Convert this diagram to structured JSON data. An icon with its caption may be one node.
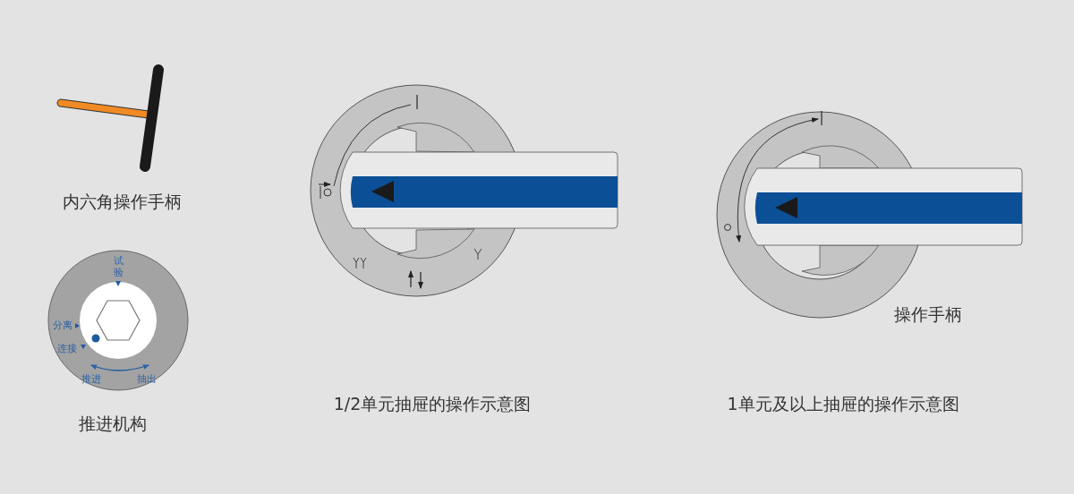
{
  "diagram": {
    "labels": [
      "内六角操作手柄",
      "试验",
      "分离",
      "连接",
      "推进",
      "抽出",
      "推进机构",
      "操作手柄",
      "1/2单元抽屉的操作示意图",
      "1单元及以上抽屉的操作示意图"
    ]
  }
}
